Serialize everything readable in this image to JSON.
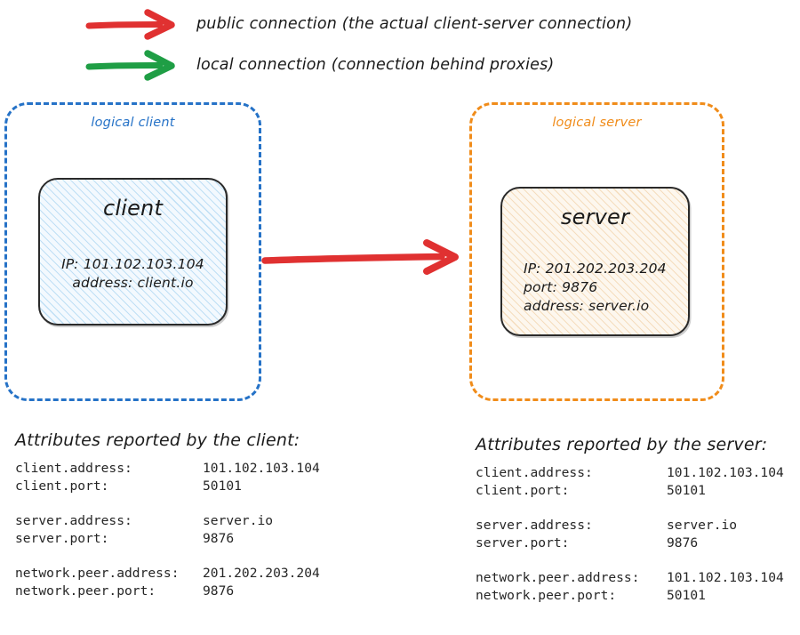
{
  "legend": {
    "items": [
      {
        "icon": "red-arrow-icon",
        "color": "#e03131",
        "label": "public connection (the actual client-server connection)"
      },
      {
        "icon": "green-arrow-icon",
        "color": "#1f9e45",
        "label": "local connection (connection behind proxies)"
      }
    ]
  },
  "diagram": {
    "client_group": {
      "label": "logical client",
      "color": "#2572c7",
      "node": {
        "title": "client",
        "lines": [
          "IP: 101.102.103.104",
          "address: client.io"
        ]
      }
    },
    "server_group": {
      "label": "logical server",
      "color": "#f08c1a",
      "node": {
        "title": "server",
        "lines": [
          "IP: 201.202.203.204",
          "port: 9876",
          "address: server.io"
        ]
      }
    },
    "connection_arrow": {
      "icon": "red-arrow-icon",
      "color": "#e03131",
      "direction": "client-to-server"
    }
  },
  "client_attributes": {
    "heading": "Attributes reported by the client:",
    "groups": [
      [
        {
          "key": "client.address:",
          "value": "101.102.103.104"
        },
        {
          "key": "client.port:",
          "value": "50101"
        }
      ],
      [
        {
          "key": "server.address:",
          "value": "server.io"
        },
        {
          "key": "server.port:",
          "value": "9876"
        }
      ],
      [
        {
          "key": "network.peer.address:",
          "value": "201.202.203.204"
        },
        {
          "key": "network.peer.port:",
          "value": "9876"
        }
      ]
    ]
  },
  "server_attributes": {
    "heading": "Attributes reported by the server:",
    "groups": [
      [
        {
          "key": "client.address:",
          "value": "101.102.103.104"
        },
        {
          "key": "client.port:",
          "value": "50101"
        }
      ],
      [
        {
          "key": "server.address:",
          "value": "server.io"
        },
        {
          "key": "server.port:",
          "value": "9876"
        }
      ],
      [
        {
          "key": "network.peer.address:",
          "value": "101.102.103.104"
        },
        {
          "key": "network.peer.port:",
          "value": "50101"
        }
      ]
    ]
  }
}
